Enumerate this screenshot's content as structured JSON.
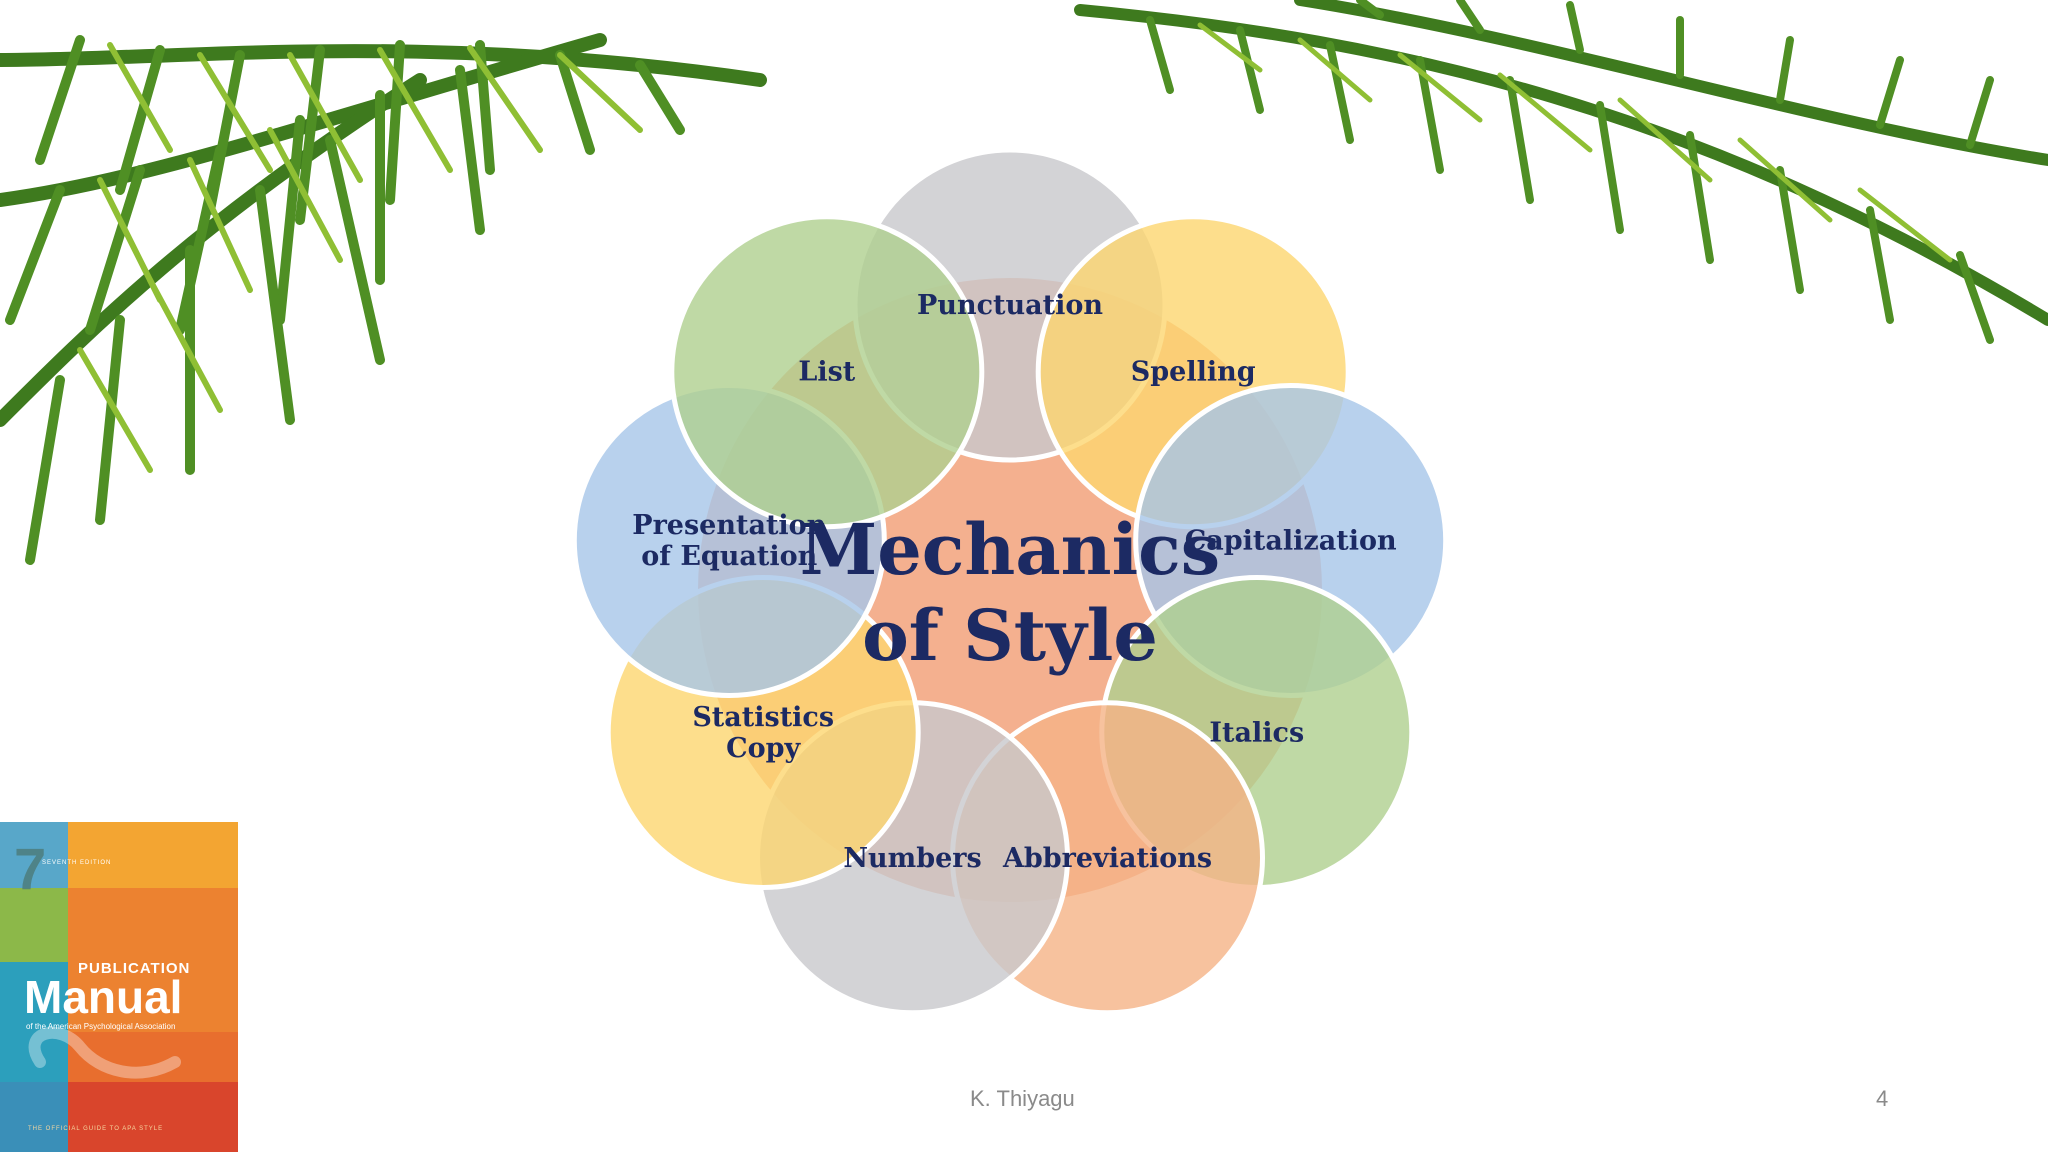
{
  "diagram": {
    "center": {
      "line1": "Mechanics",
      "line2": "of Style"
    },
    "petals": [
      {
        "id": "punctuation",
        "lines": [
          "Punctuation"
        ],
        "color": "#c8c8cc"
      },
      {
        "id": "spelling",
        "lines": [
          "Spelling"
        ],
        "color": "#fdd66f"
      },
      {
        "id": "capitalization",
        "lines": [
          "Capitalization"
        ],
        "color": "#a6c6e8"
      },
      {
        "id": "italics",
        "lines": [
          "Italics"
        ],
        "color": "#afd08f"
      },
      {
        "id": "abbreviations",
        "lines": [
          "Abbreviations"
        ],
        "color": "#f5b386"
      },
      {
        "id": "numbers",
        "lines": [
          "Numbers"
        ],
        "color": "#c8c8cc"
      },
      {
        "id": "statistics-copy",
        "lines": [
          "Statistics",
          "Copy"
        ],
        "color": "#fdd66f"
      },
      {
        "id": "presentation-of-equation",
        "lines": [
          "Presentation",
          "of Equation"
        ],
        "color": "#a6c6e8"
      },
      {
        "id": "list",
        "lines": [
          "List"
        ],
        "color": "#afd08f"
      }
    ],
    "center_color": "#f4b08f",
    "text_color": "#1c2a63"
  },
  "footer": {
    "author": "K. Thiyagu",
    "page": "4"
  },
  "book": {
    "edition_number": "7",
    "edition_label": "SEVENTH EDITION",
    "publication": "PUBLICATION",
    "manual": "Manual",
    "subtitle": "of the American Psychological Association",
    "tagline": "THE OFFICIAL GUIDE TO APA STYLE"
  }
}
